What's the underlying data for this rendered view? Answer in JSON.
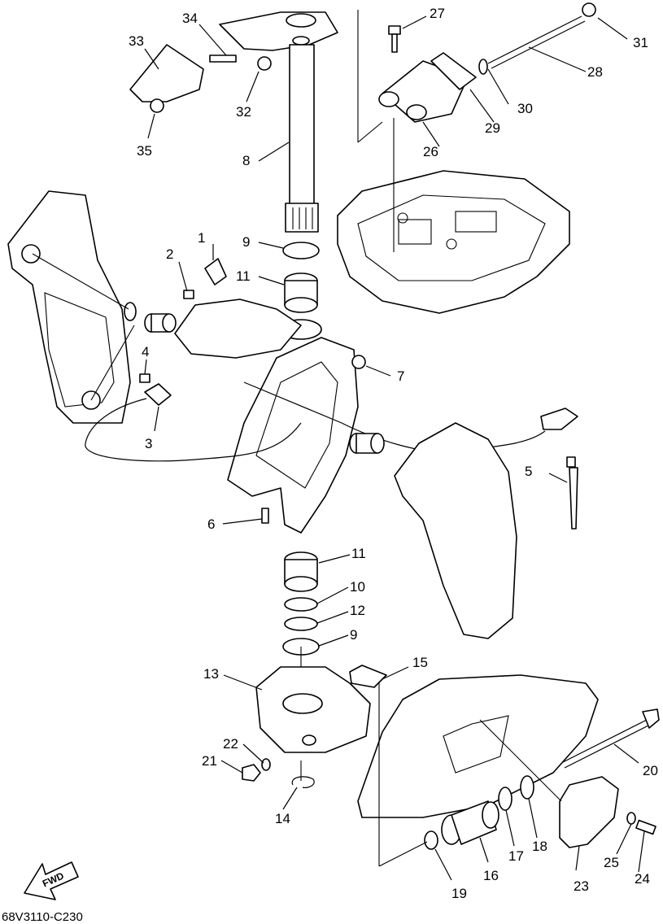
{
  "callouts": [
    "1",
    "2",
    "3",
    "4",
    "5",
    "6",
    "7",
    "8",
    "9",
    "9",
    "10",
    "11",
    "11",
    "12",
    "13",
    "14",
    "15",
    "16",
    "17",
    "18",
    "19",
    "20",
    "21",
    "22",
    "23",
    "24",
    "25",
    "26",
    "27",
    "28",
    "29",
    "30",
    "31",
    "32",
    "33",
    "34",
    "35"
  ],
  "fwd_label": "FWD",
  "drawing_code": "68V3110-C230"
}
